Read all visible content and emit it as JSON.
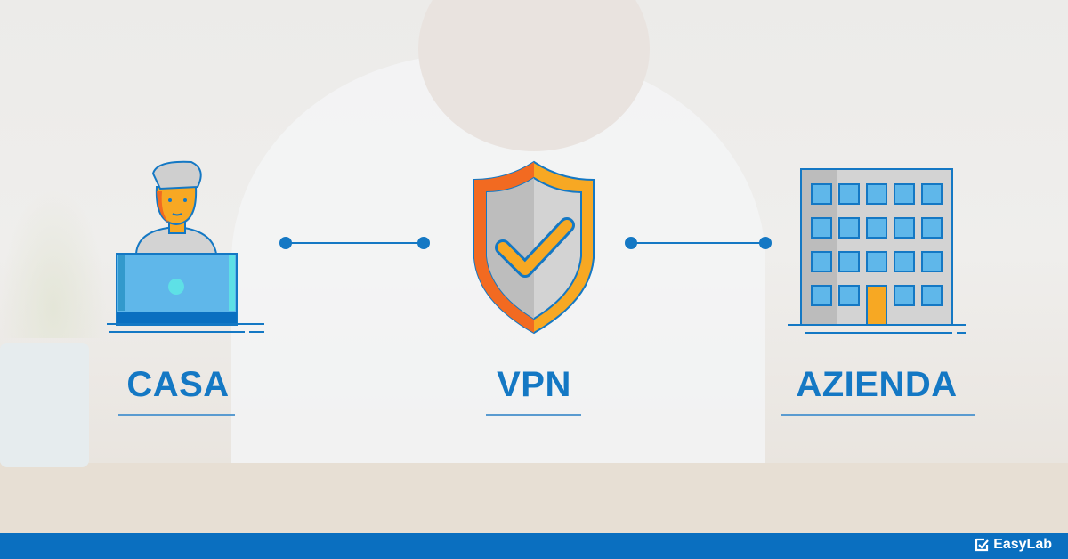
{
  "nodes": [
    {
      "label": "CASA",
      "icon": "person-laptop-icon"
    },
    {
      "label": "VPN",
      "icon": "shield-check-icon"
    },
    {
      "label": "AZIENDA",
      "icon": "office-building-icon"
    }
  ],
  "footer": {
    "brand": "EasyLab"
  },
  "colors": {
    "accent": "#1478c4",
    "footer": "#0a6fc0",
    "orange": "#f7a823",
    "dark_orange": "#f26a21"
  }
}
